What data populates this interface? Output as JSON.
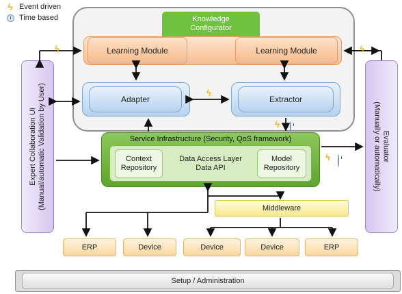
{
  "legend": {
    "event_label": "Event driven",
    "time_label": "Time based"
  },
  "knowledge_configurator": "Knowledge\nConfigurator",
  "learning_module_left": "Learning Module",
  "learning_module_right": "Learning Module",
  "adapter": "Adapter",
  "extractor": "Extractor",
  "expert_ui": "Expert Collaboration UI\n(Manual/automatic Validation by User)",
  "evaluator": "Evaluator\n(Manually or automatically)",
  "service_infrastructure": "Service Infrastructure (Security, QoS framework)",
  "context_repository": "Context\nRepository",
  "data_access": "Data Access Layer\nData API",
  "model_repository": "Model\nRepository",
  "middleware": "Middleware",
  "devices": [
    "ERP",
    "Device",
    "Device",
    "Device",
    "ERP"
  ],
  "setup": "Setup / Administration",
  "icons": {
    "event": "lightning-bolt-icon",
    "time": "clock-icon"
  }
}
